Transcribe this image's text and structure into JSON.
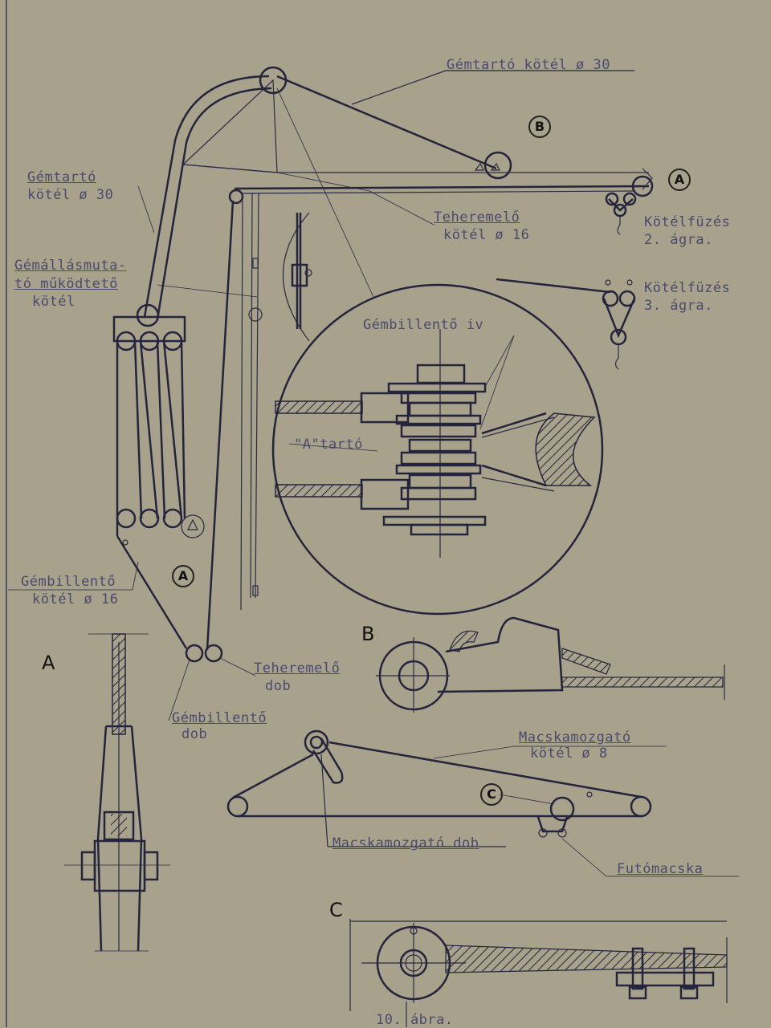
{
  "labels": {
    "gemtarto_kotel_top": "Gémtartó kötél ø 30",
    "gemtarto_left_1": "Gémtartó",
    "gemtarto_left_2": "kötél ø 30",
    "gemallasmutato_1": "Gémállásmuta-",
    "gemallasmutato_2": "tó működtető",
    "gemallasmutato_3": "kötél",
    "teheremelo_kotel_1": "Teheremelő",
    "teheremelo_kotel_2": "kötél ø 16",
    "kotelfuzes2_1": "Kötélfüzés",
    "kotelfuzes2_2": "2. ágra.",
    "kotelfuzes3_1": "Kötélfüzés",
    "kotelfuzes3_2": "3. ágra.",
    "gembillento_iv": "Gémbillentő iv",
    "a_tarto": "\"A\"tartó",
    "gembillento_kotel_1": "Gémbillentő",
    "gembillento_kotel_2": "kötél ø 16",
    "teheremelo_dob_1": "Teheremelő",
    "teheremelo_dob_2": "dob",
    "gembillento_dob_1": "Gémbillentő",
    "gembillento_dob_2": "dob",
    "macskamozgato_kotel_1": "Macskamozgató",
    "macskamozgato_kotel_2": "kötél ø 8",
    "macskamozgato_dob": "Macskamozgató dob",
    "futomacska": "Futómacska",
    "figure_caption": "10. ábra."
  },
  "section_letters": {
    "a": "A",
    "b": "B",
    "c": "C"
  },
  "markers": {
    "circled_a": "A",
    "circled_b": "B",
    "circled_c": "C"
  },
  "colors": {
    "paper": "#a8a18b",
    "ink": "#24243c",
    "typewriter": "#4a4a6e"
  }
}
